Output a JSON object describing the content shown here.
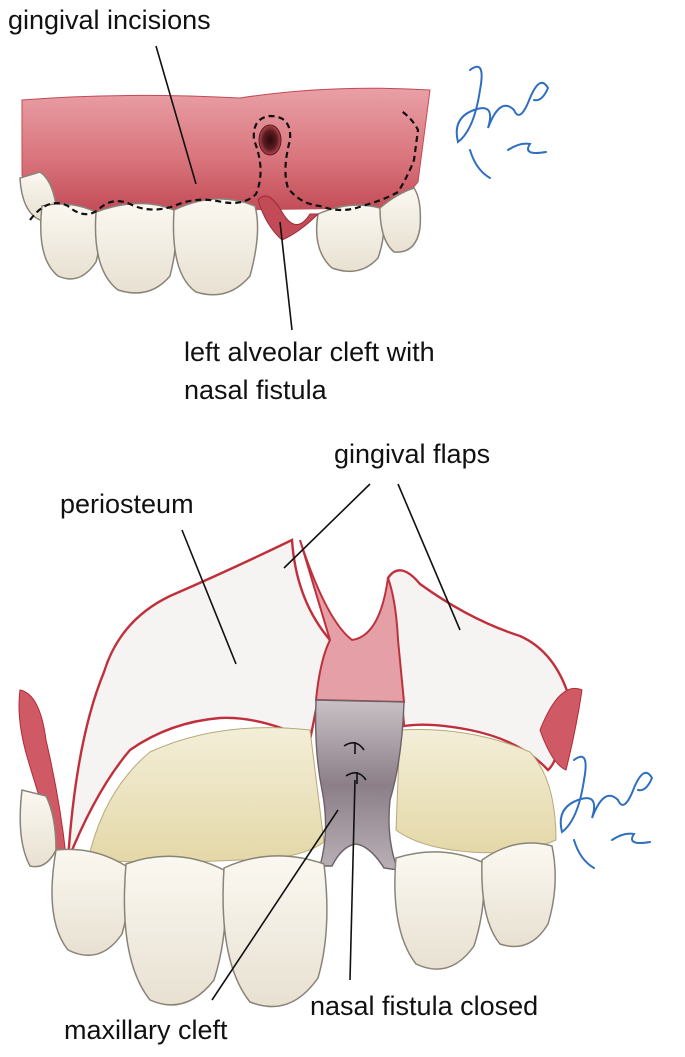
{
  "top_panel": {
    "labels": {
      "gingival_incisions": "gingival incisions",
      "alveolar_cleft_line1": "left alveolar cleft with",
      "alveolar_cleft_line2": "nasal fistula"
    },
    "signature": "Jwlow MD"
  },
  "bottom_panel": {
    "labels": {
      "gingival_flaps": "gingival flaps",
      "periosteum": "periosteum",
      "maxillary_cleft": "maxillary cleft",
      "nasal_fistula_closed": "nasal fistula closed"
    },
    "signature": "Jwlow MD"
  },
  "colors": {
    "gingiva": "#d8727a",
    "gingiva_dark": "#b22a35",
    "tooth": "#f3efe6",
    "bone": "#eee6c8",
    "periosteum": "#f6f4f2",
    "signature": "#2f6fbf",
    "leader": "#111111"
  }
}
